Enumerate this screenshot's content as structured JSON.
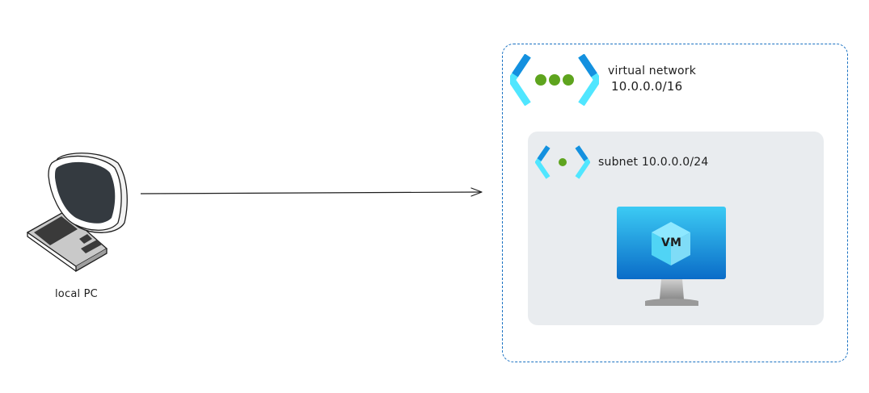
{
  "diagram": {
    "local_pc": {
      "label": "local PC",
      "icon": "computer-icon"
    },
    "virtual_network": {
      "label": "virtual network",
      "cidr": "10.0.0.0/16",
      "icon": "virtual-network-icon",
      "border_color": "#1971c2"
    },
    "subnet": {
      "label": "subnet 10.0.0.0/24",
      "icon": "subnet-icon",
      "background": "#e9ecef"
    },
    "vm": {
      "label": "VM",
      "icon": "virtual-machine-icon"
    },
    "connection": {
      "from": "local PC",
      "to": "virtual network",
      "style": "arrow"
    }
  }
}
